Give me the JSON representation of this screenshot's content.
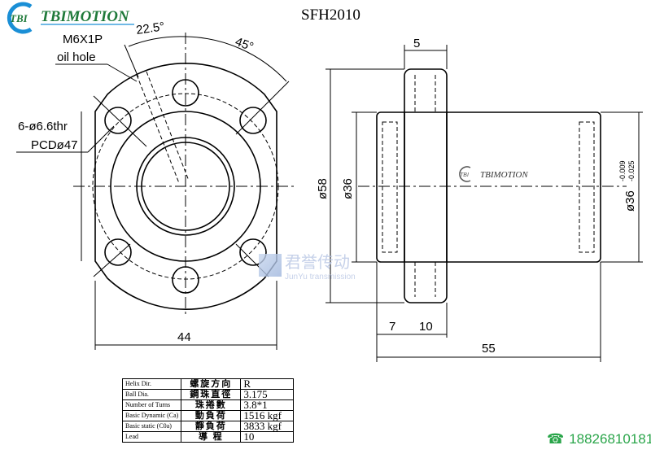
{
  "logo": {
    "badge": "TBI",
    "brand": "TBIMOTION",
    "small_badge": "TBI",
    "small_brand": "TBIMOTION"
  },
  "title": "SFH2010",
  "front_view": {
    "oil_hole_thread": "M6X1P",
    "oil_hole_label": "oil hole",
    "angle_oil": "22.5°",
    "angle_holes": "45°",
    "holes": "6-ø6.6thr",
    "pcd": "PCDø47",
    "width": "44"
  },
  "side_view": {
    "flange_thickness": "5",
    "outer_dia": "ø58",
    "flange_dia": "ø36",
    "body_dia": "ø36",
    "body_tol_upper": "-0.009",
    "body_tol_lower": "-0.025",
    "dim_7": "7",
    "dim_10": "10",
    "length": "55"
  },
  "spec_table": [
    {
      "en": "Helix  Dir.",
      "zh": "螺旋方向",
      "value": "R"
    },
    {
      "en": "Ball Dia.",
      "zh": "鋼珠直徑",
      "value": "3.175"
    },
    {
      "en": "Number of Turns",
      "zh": "珠捲數",
      "value": "3.8*1"
    },
    {
      "en": "Basic Dynamic (Ca)",
      "zh": "動負荷",
      "value": "1516 kgf"
    },
    {
      "en": "Basic static (C0a)",
      "zh": "靜負荷",
      "value": "3833 kgf"
    },
    {
      "en": "Lead",
      "zh": "導 程",
      "value": "10"
    }
  ],
  "watermark": {
    "zh": "君誉传动",
    "en": "JunYu transmission"
  },
  "contact": {
    "phone": "18826810181"
  },
  "colors": {
    "logo_blue": "#1a8fd6",
    "logo_green": "#1f7a3a",
    "phone_green": "#2aa54a"
  }
}
